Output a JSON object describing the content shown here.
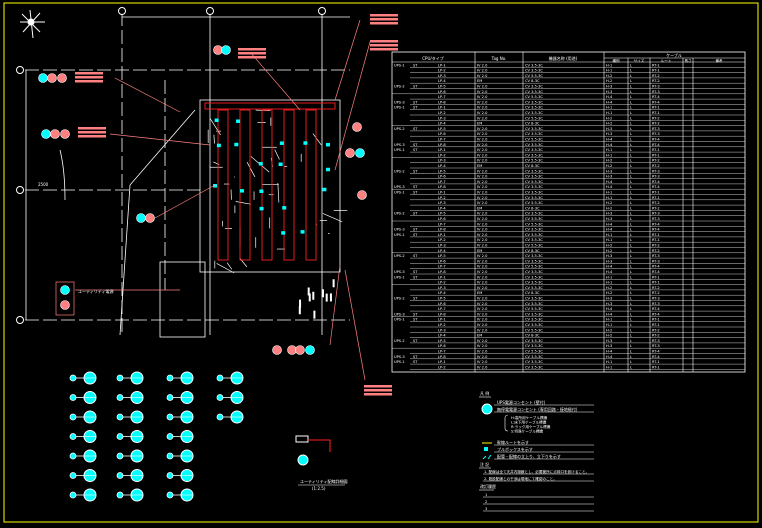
{
  "drawing": {
    "colors": {
      "background": "#000000",
      "frame": "#ffff00",
      "linework": "#ffffff",
      "cable": "#ff2020",
      "callout": "#ff8080",
      "marker": "#00ffff"
    },
    "north_arrow_icon": "compass-rose-icon",
    "grid_bubbles_top": [
      "",
      "",
      ""
    ],
    "grid_bubbles_left": [
      "",
      "",
      ""
    ],
    "dimension_label": "2500",
    "unit_label": "ユーティリティ電源",
    "detail_title": "ユーティリティ配線詳細図",
    "detail_scale": "(1:2.5)"
  },
  "table": {
    "headers": [
      "CPU/タイプ",
      "Tag No.",
      "機器名称 (用途)",
      "ケーブル"
    ],
    "sub_headers": [
      "種別",
      "サイズ",
      "ルート",
      "長さ",
      "備考"
    ],
    "rows": [
      [
        "UPS-1",
        "ST",
        "LP-1",
        "IV 2.0",
        "CV 3.5-3C",
        "H-1",
        "L",
        "RT-1"
      ],
      [
        "",
        "",
        "LP-2",
        "IV 2.0",
        "CV 3.5-3C",
        "H-1",
        "L",
        "RT-1"
      ],
      [
        "",
        "",
        "LP-3",
        "IV 2.0",
        "CV 5.5-3C",
        "H-2",
        "L",
        "RT-2"
      ],
      [
        "",
        "",
        "LP-4",
        "EM",
        "CV 8-3C",
        "H-2",
        "L",
        "RT-2"
      ],
      [
        "UPS-2",
        "ST",
        "LP-5",
        "IV 2.0",
        "CV 3.5-3C",
        "H-3",
        "L",
        "RT-3"
      ],
      [
        "",
        "",
        "LP-6",
        "IV 2.0",
        "CV 3.5-3C",
        "H-3",
        "L",
        "RT-3"
      ],
      [
        "",
        "",
        "LP-7",
        "IV 2.0",
        "CV 5.5-3C",
        "H-4",
        "L",
        "RT-4"
      ],
      [
        "UPS-3",
        "ST",
        "LP-8",
        "IV 2.0",
        "CV 3.5-3C",
        "H-4",
        "L",
        "RT-4"
      ]
    ]
  },
  "notes": {
    "legend_title": "凡 例",
    "legend_items": [
      "UPS電源コンセント (壁付)",
      "無停電電源コンセント (専用回路・接地極付)",
      "H:高所用ケーブル標識",
      "L:床下用ケーブル標識",
      "R:ラック用ケーブル標識",
      "S:特殊ケーブル標識",
      "幹線ルートを示す",
      "プルボックスを示す",
      "配管・配線の立上り、立下りを示す"
    ],
    "remarks_title": "注 記",
    "remarks": [
      "1. 配線は全て天井内隠蔽とし、必要箇所に点検口を設けること。",
      "2. 既設配線との干渉は現地にて確認のこと。"
    ],
    "revision_title": "改訂履歴",
    "revisions": [
      "1",
      "2",
      "3"
    ]
  }
}
